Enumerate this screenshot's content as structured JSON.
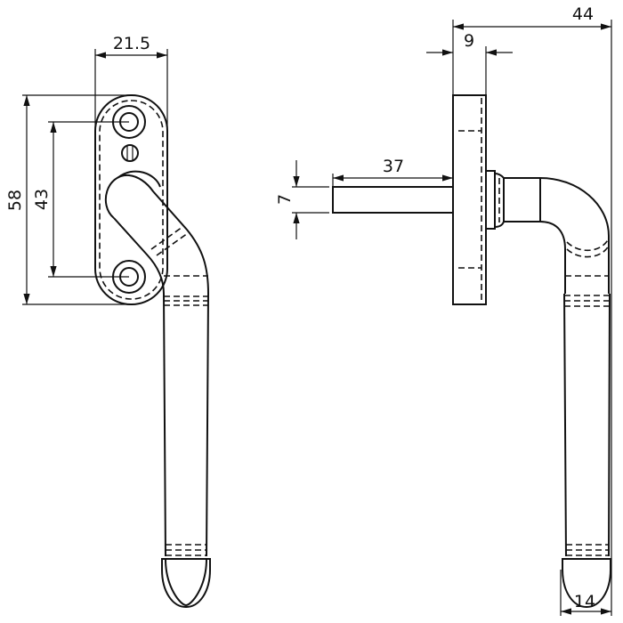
{
  "drawing": {
    "front_view": {
      "dimensions": {
        "plate_width": "21.5",
        "plate_height": "58",
        "hole_spacing": "43"
      }
    },
    "side_view": {
      "dimensions": {
        "overall_depth": "44",
        "plate_thickness": "9",
        "spindle_length": "37",
        "spindle_size": "7",
        "lever_width": "14"
      }
    }
  }
}
